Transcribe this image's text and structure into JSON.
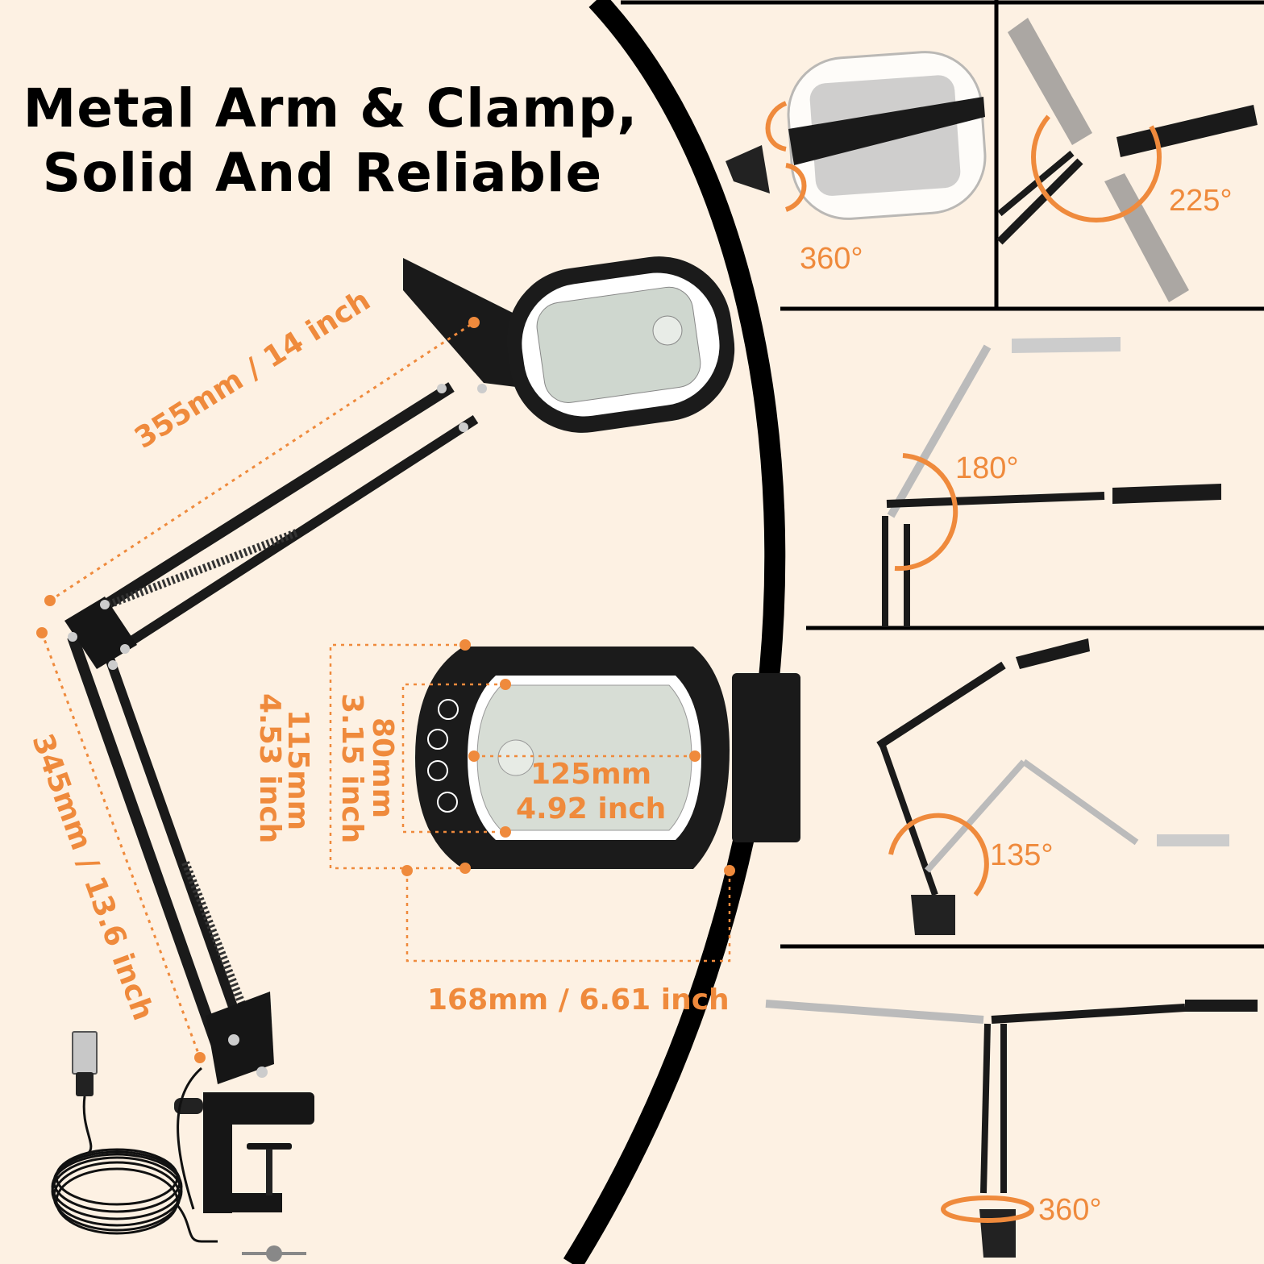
{
  "headline": {
    "line1": "Metal Arm & Clamp,",
    "line2": "Solid And Reliable"
  },
  "dimensions": {
    "upper_arm": "355mm / 14 inch",
    "lower_arm": "345mm / 13.6 inch",
    "head_height_outer_mm": "115mm",
    "head_height_outer_in": "4.53 inch",
    "lens_height_mm": "80mm",
    "lens_height_in": "3.15 inch",
    "lens_width_mm": "125mm",
    "lens_width_in": "4.92 inch",
    "head_width": "168mm / 6.61 inch"
  },
  "rotation_panels": [
    {
      "angle": "360°"
    },
    {
      "angle": "225°"
    },
    {
      "angle": "180°"
    },
    {
      "angle": "135°"
    },
    {
      "angle": "360°"
    }
  ],
  "colors": {
    "background": "#fdf1e3",
    "accent_orange": "#ef8a3c",
    "frame_black": "#000000",
    "lamp_body": "#1a1a1a"
  },
  "control_icons": [
    "power-icon",
    "brightness-icon",
    "color-temperature-icon",
    "timer-icon"
  ]
}
